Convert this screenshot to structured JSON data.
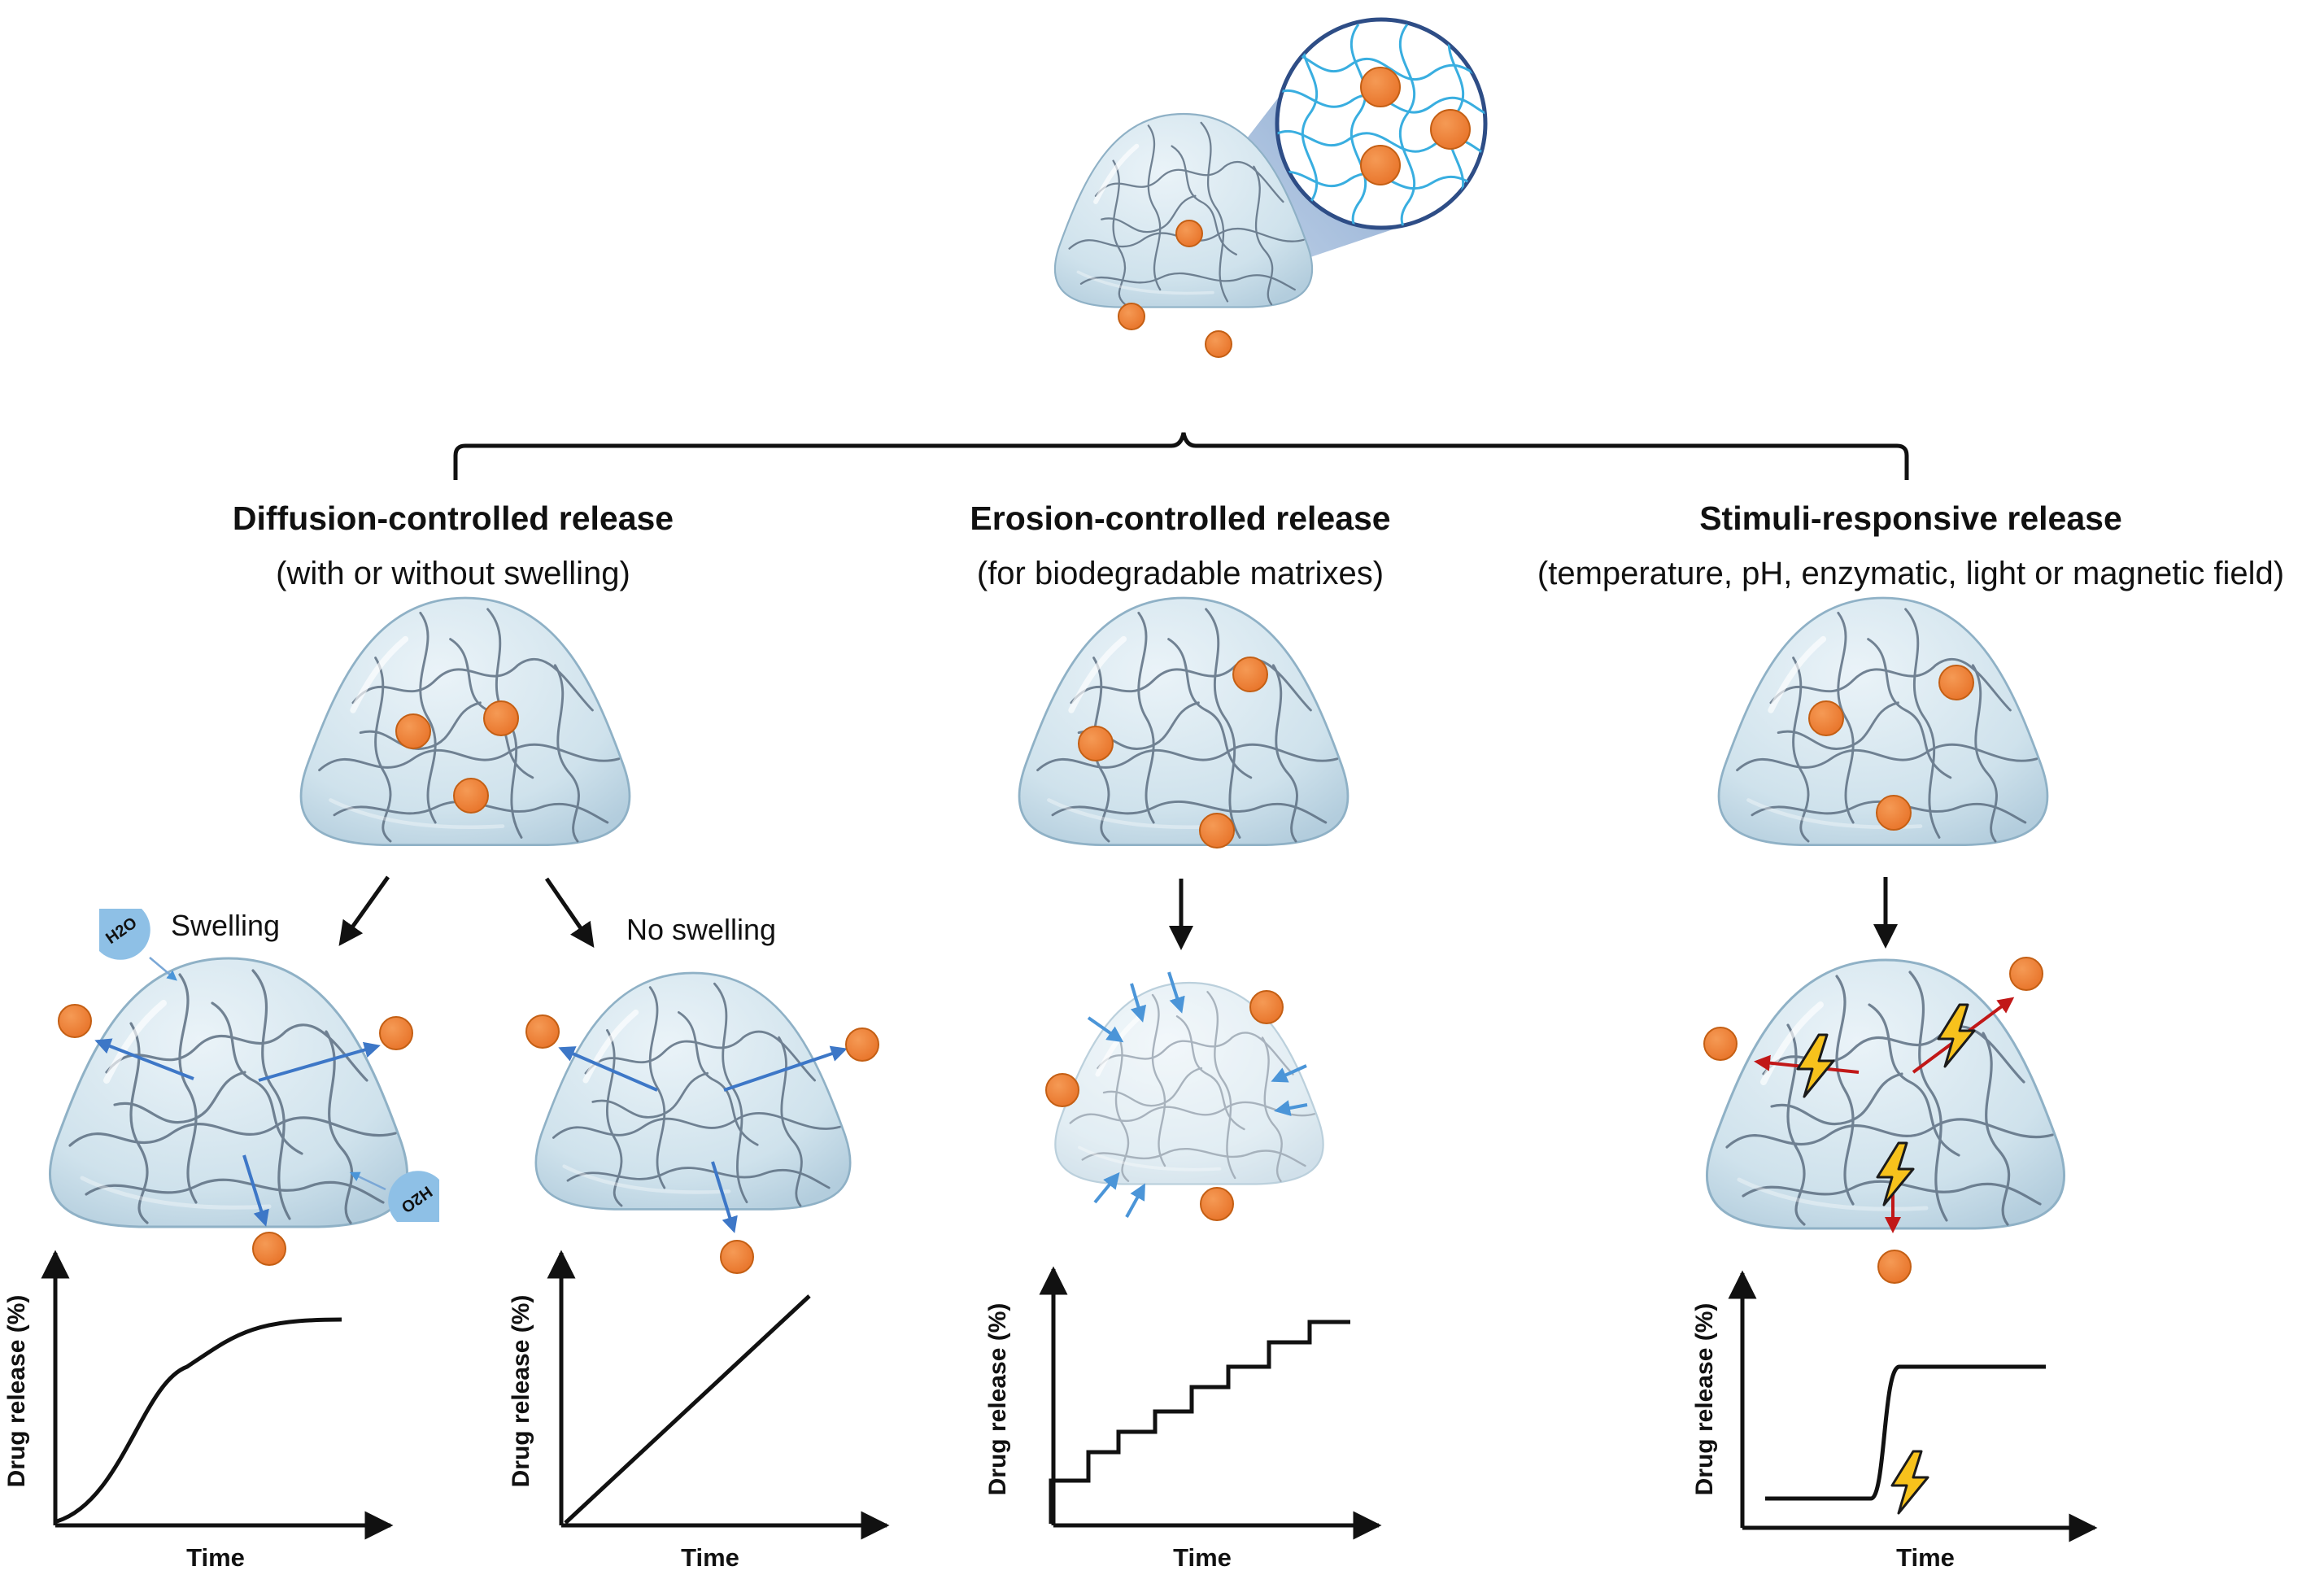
{
  "mechanisms": [
    {
      "title": "Diffusion-controlled release",
      "subtitle": "(with or without swelling)"
    },
    {
      "title": "Erosion-controlled release",
      "subtitle": "(for biodegradable matrixes)"
    },
    {
      "title": "Stimuli-responsive release",
      "subtitle": "(temperature, pH, enzymatic, light or magnetic field)"
    }
  ],
  "branch_labels": {
    "swelling": "Swelling",
    "no_swelling": "No swelling"
  },
  "water_label": "H2O",
  "graphs": [
    {
      "curve": "sigmoidal",
      "ylabel": "Drug release (%)",
      "xlabel": "Time"
    },
    {
      "curve": "linear",
      "ylabel": "Drug release (%)",
      "xlabel": "Time"
    },
    {
      "curve": "stepwise",
      "ylabel": "Drug release (%)",
      "xlabel": "Time"
    },
    {
      "curve": "triggered-jump",
      "ylabel": "Drug release (%)",
      "xlabel": "Time"
    }
  ],
  "colors": {
    "gel_fill": "#cfe3ee",
    "gel_edge": "#8fb1c6",
    "polymer_strand": "#5d6f82",
    "zoom_strand": "#39aee0",
    "drug": "#ee7e31",
    "drug_edge": "#c45f14",
    "diffusion_arrow": "#3d77c7",
    "erosion_arrow": "#4b95d8",
    "stimuli_arrow": "#c11818",
    "lightning": "#f7c21c"
  },
  "icons": [
    "water-drop-icon",
    "lightning-icon",
    "arrow-icon"
  ]
}
